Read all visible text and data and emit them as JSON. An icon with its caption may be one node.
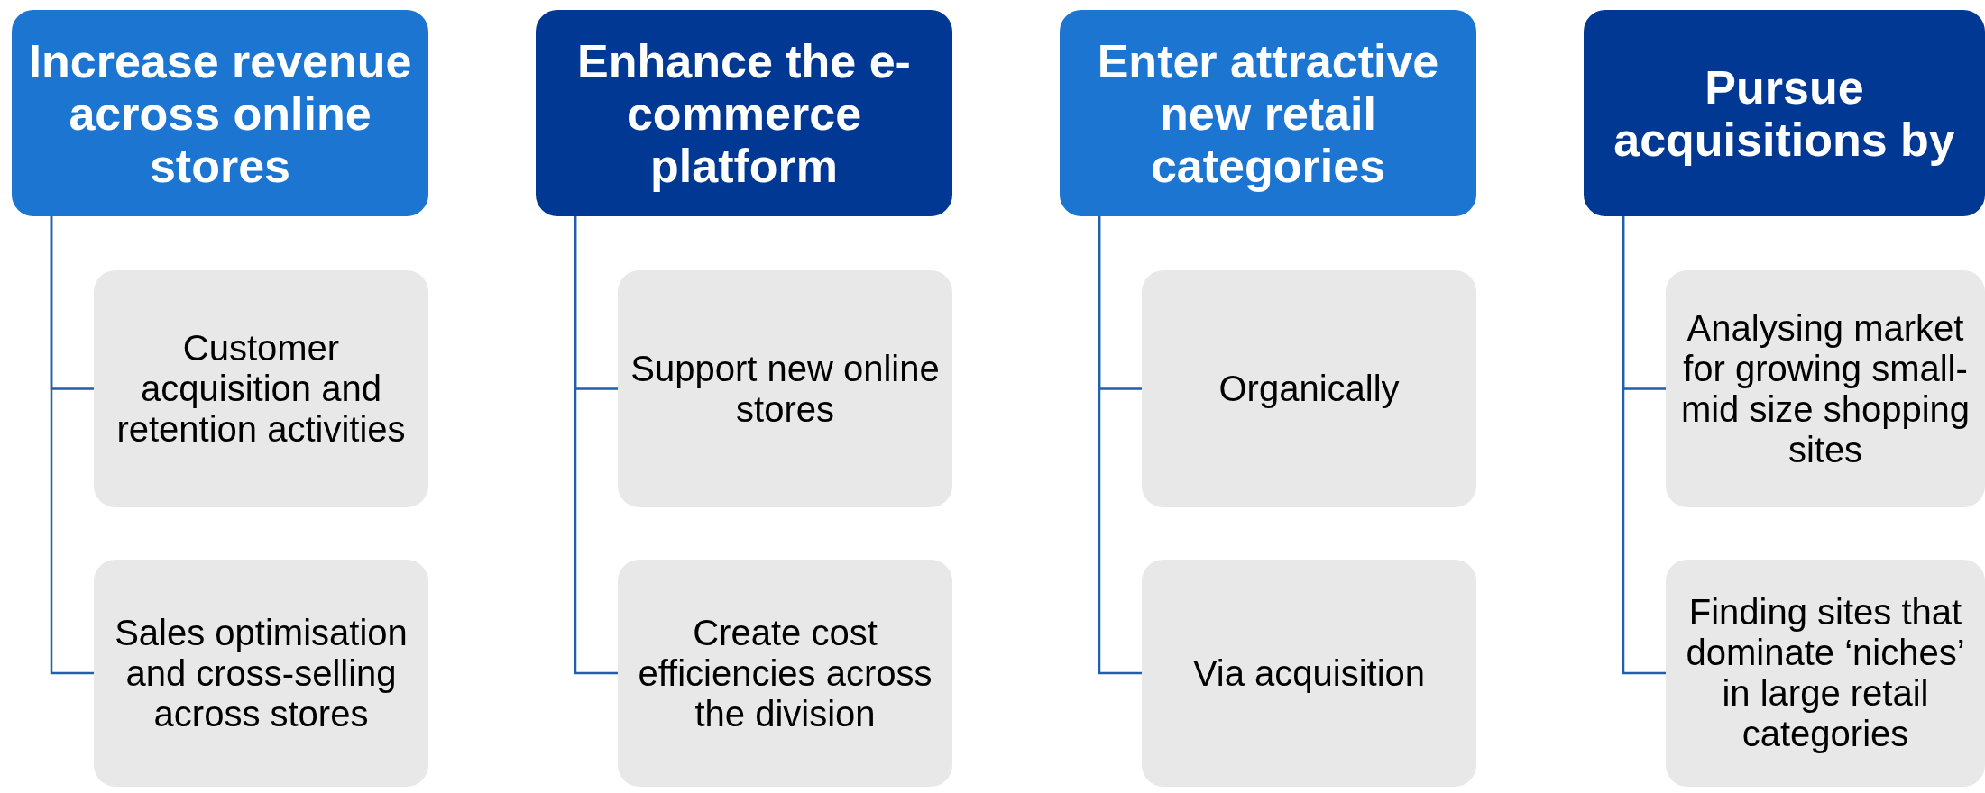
{
  "diagram": {
    "nodes": [
      {
        "text": [
          "Increase revenue across online stores"
        ]
      },
      {
        "text": [
          "Customer acquisition and retention activities"
        ]
      },
      {
        "text": [
          "Sales optimisation and cross-selling across stores"
        ]
      },
      {
        "text": [
          "Enhance the e-commerce platform"
        ]
      },
      {
        "text": [
          "Support new online stores"
        ]
      },
      {
        "text": [
          "Create cost efficiencies across the division"
        ]
      },
      {
        "text": [
          "Enter attractive new retail categories"
        ]
      },
      {
        "text": [
          "Organically"
        ]
      },
      {
        "text": [
          "Via acquisition"
        ]
      },
      {
        "text": [
          "Pursue acquisitions by"
        ]
      },
      {
        "text": [
          "Analysing market for growing small-mid size shopping sites"
        ]
      },
      {
        "text": [
          "Finding sites that dominate ‘niches’ in large retail categories"
        ]
      }
    ],
    "edges": [
      {
        "from": 0,
        "to": 1,
        "arrow": "none"
      },
      {
        "from": 0,
        "to": 2,
        "arrow": "none"
      },
      {
        "from": 3,
        "to": 4,
        "arrow": "none"
      },
      {
        "from": 3,
        "to": 5,
        "arrow": "none"
      },
      {
        "from": 6,
        "to": 7,
        "arrow": "none"
      },
      {
        "from": 6,
        "to": 8,
        "arrow": "none"
      },
      {
        "from": 9,
        "to": 10,
        "arrow": "none"
      },
      {
        "from": 9,
        "to": 11,
        "arrow": "none"
      }
    ]
  }
}
